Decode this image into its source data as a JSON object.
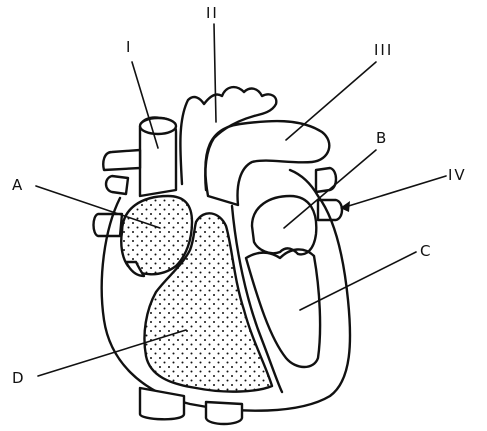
{
  "diagram": {
    "labels": {
      "I": "I",
      "II": "II",
      "III": "III",
      "IV": "IV",
      "A": "A",
      "B": "B",
      "C": "C",
      "D": "D"
    },
    "fill_colors": {
      "ink": "#111111",
      "background": "#ffffff"
    }
  }
}
